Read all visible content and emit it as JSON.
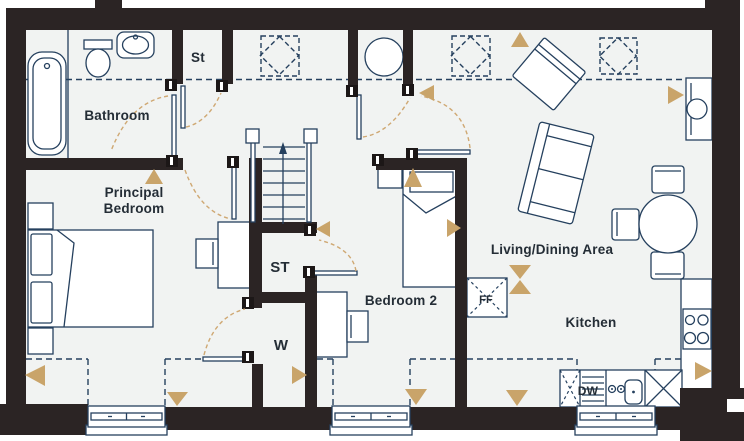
{
  "plan": {
    "title": "apartment-floor-plan",
    "rooms": {
      "bathroom": "Bathroom",
      "storage_top": "St",
      "principal_bedroom_line1": "Principal",
      "principal_bedroom_line2": "Bedroom",
      "storage_mid": "ST",
      "wardrobe": "W",
      "bedroom2": "Bedroom 2",
      "living_dining": "Living/Dining Area",
      "kitchen": "Kitchen"
    },
    "appliances": {
      "fridge_freezer": "FF",
      "dishwasher": "DW"
    },
    "colors": {
      "wall": "#2b2424",
      "linework": "#25405e",
      "floor": "#f1f3f2",
      "marker_tan": "#c9a46a",
      "door_arc_tan": "#cfa873",
      "label_text": "#242d36"
    }
  }
}
